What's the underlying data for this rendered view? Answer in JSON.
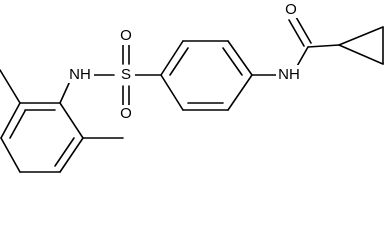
{
  "molecule": {
    "labels": {
      "oxygen_carbonyl": "O",
      "amide_nh": "NH",
      "sulfonamide_nh": "NH",
      "sulfur": "S",
      "oxygen_sulfonyl_top": "O",
      "oxygen_sulfonyl_bottom": "O"
    }
  }
}
